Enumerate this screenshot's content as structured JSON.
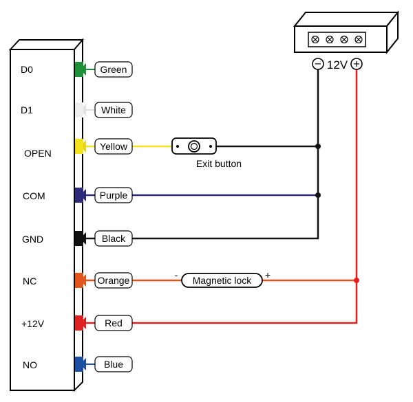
{
  "terminals": [
    {
      "pin": "D0",
      "wire": "Green",
      "color": "#1f8f3a"
    },
    {
      "pin": "D1",
      "wire": "White",
      "color": "#e6e6e6"
    },
    {
      "pin": "OPEN",
      "wire": "Yellow",
      "color": "#f2e21b"
    },
    {
      "pin": "COM",
      "wire": "Purple",
      "color": "#2e2a7a"
    },
    {
      "pin": "GND",
      "wire": "Black",
      "color": "#111111"
    },
    {
      "pin": "NC",
      "wire": "Orange",
      "color": "#e2541c"
    },
    {
      "pin": "+12V",
      "wire": "Red",
      "color": "#e02020"
    },
    {
      "pin": "NO",
      "wire": "Blue",
      "color": "#1c4fa0"
    }
  ],
  "exit_button": {
    "label": "Exit button"
  },
  "magnetic_lock": {
    "label": "Magnetic lock",
    "minus": "-",
    "plus": "+"
  },
  "power_supply": {
    "voltage": "12V",
    "minus": "−",
    "plus": "+"
  }
}
